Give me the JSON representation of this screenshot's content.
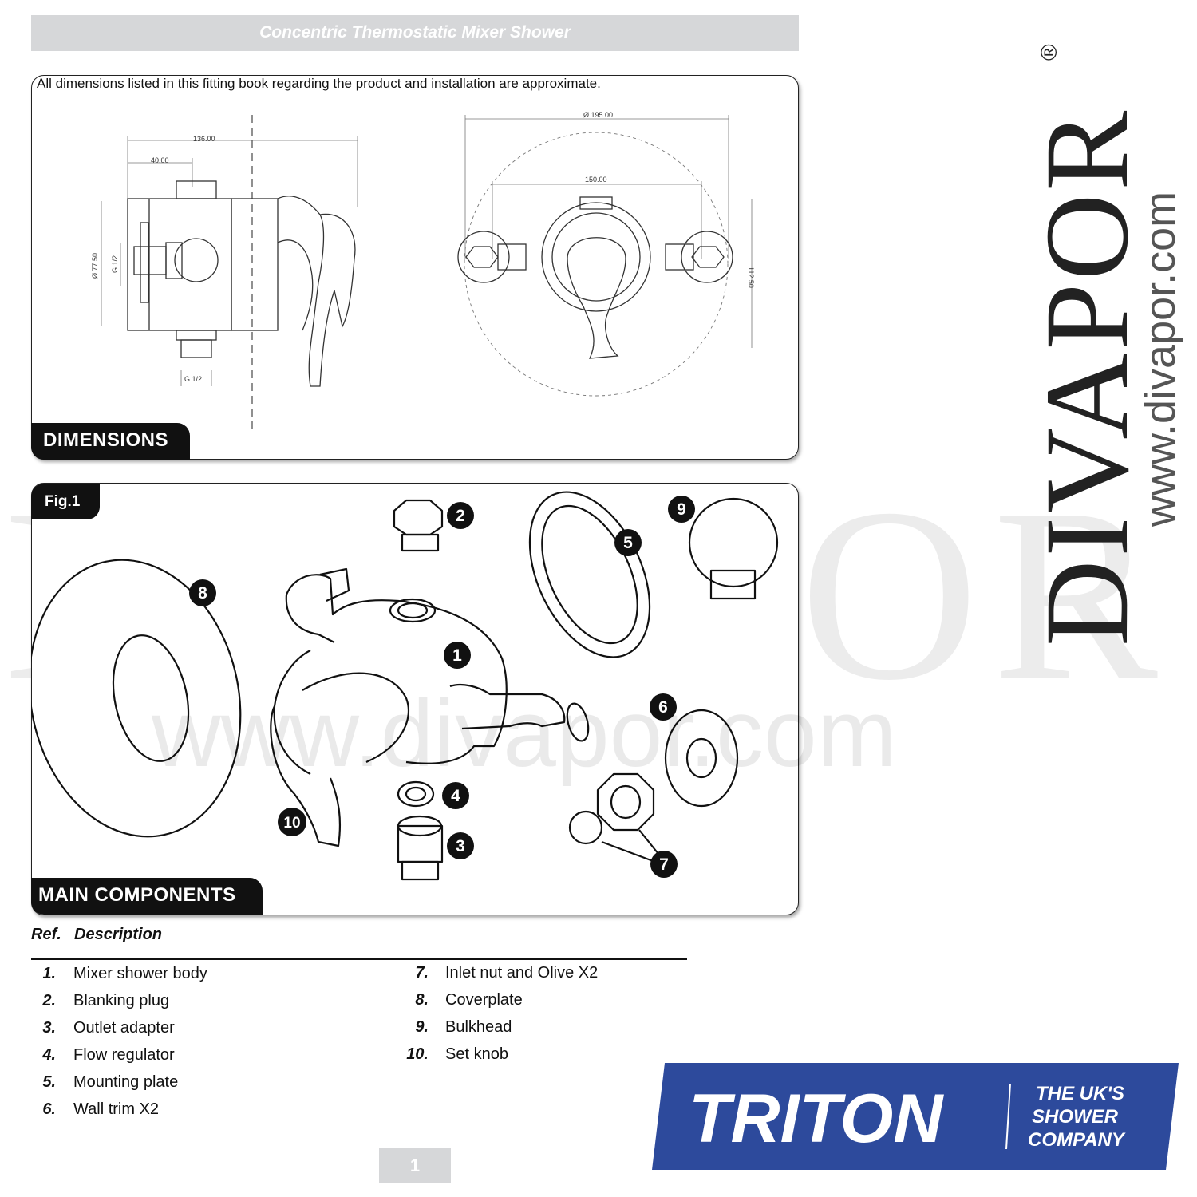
{
  "header": {
    "title": "Concentric Thermostatic Mixer Shower"
  },
  "dimensions": {
    "note": "All dimensions listed in this fitting book regarding the product and installation are approximate.",
    "tab_label": "DIMENSIONS",
    "side_view": {
      "width_label": "136.00",
      "offset_label": "40.00",
      "height_label": "Ø 77.50",
      "inlet_label": "G 1/2",
      "outlet_label": "G 1/2"
    },
    "front_view": {
      "plate_label": "Ø 195.00",
      "centres_label": "150.00",
      "height_label": "112.50"
    }
  },
  "components": {
    "fig_label": "Fig.1",
    "tab_label": "MAIN COMPONENTS",
    "callouts": [
      "1",
      "2",
      "3",
      "4",
      "5",
      "6",
      "7",
      "8",
      "9",
      "10"
    ]
  },
  "table": {
    "ref_header": "Ref.",
    "desc_header": "Description",
    "items_left": [
      {
        "ref": "1.",
        "desc": "Mixer shower body"
      },
      {
        "ref": "2.",
        "desc": "Blanking plug"
      },
      {
        "ref": "3.",
        "desc": "Outlet adapter"
      },
      {
        "ref": "4.",
        "desc": "Flow regulator"
      },
      {
        "ref": "5.",
        "desc": "Mounting plate"
      },
      {
        "ref": "6.",
        "desc": "Wall trim X2"
      }
    ],
    "items_right": [
      {
        "ref": "7.",
        "desc": "Inlet nut and Olive X2"
      },
      {
        "ref": "8.",
        "desc": "Coverplate"
      },
      {
        "ref": "9.",
        "desc": "Bulkhead"
      },
      {
        "ref": "10.",
        "desc": "Set knob"
      }
    ]
  },
  "page_number": "1",
  "watermark": {
    "brand": "DIVAPOR",
    "url": "www.divapor.com",
    "registered": "®"
  },
  "triton_logo": {
    "name": "TRITON",
    "tagline_1": "THE UK'S",
    "tagline_2": "SHOWER",
    "tagline_3": "COMPANY"
  },
  "colors": {
    "triton_blue": "#2d4a9c",
    "header_grey": "#d6d7d9",
    "tab_black": "#111111"
  }
}
